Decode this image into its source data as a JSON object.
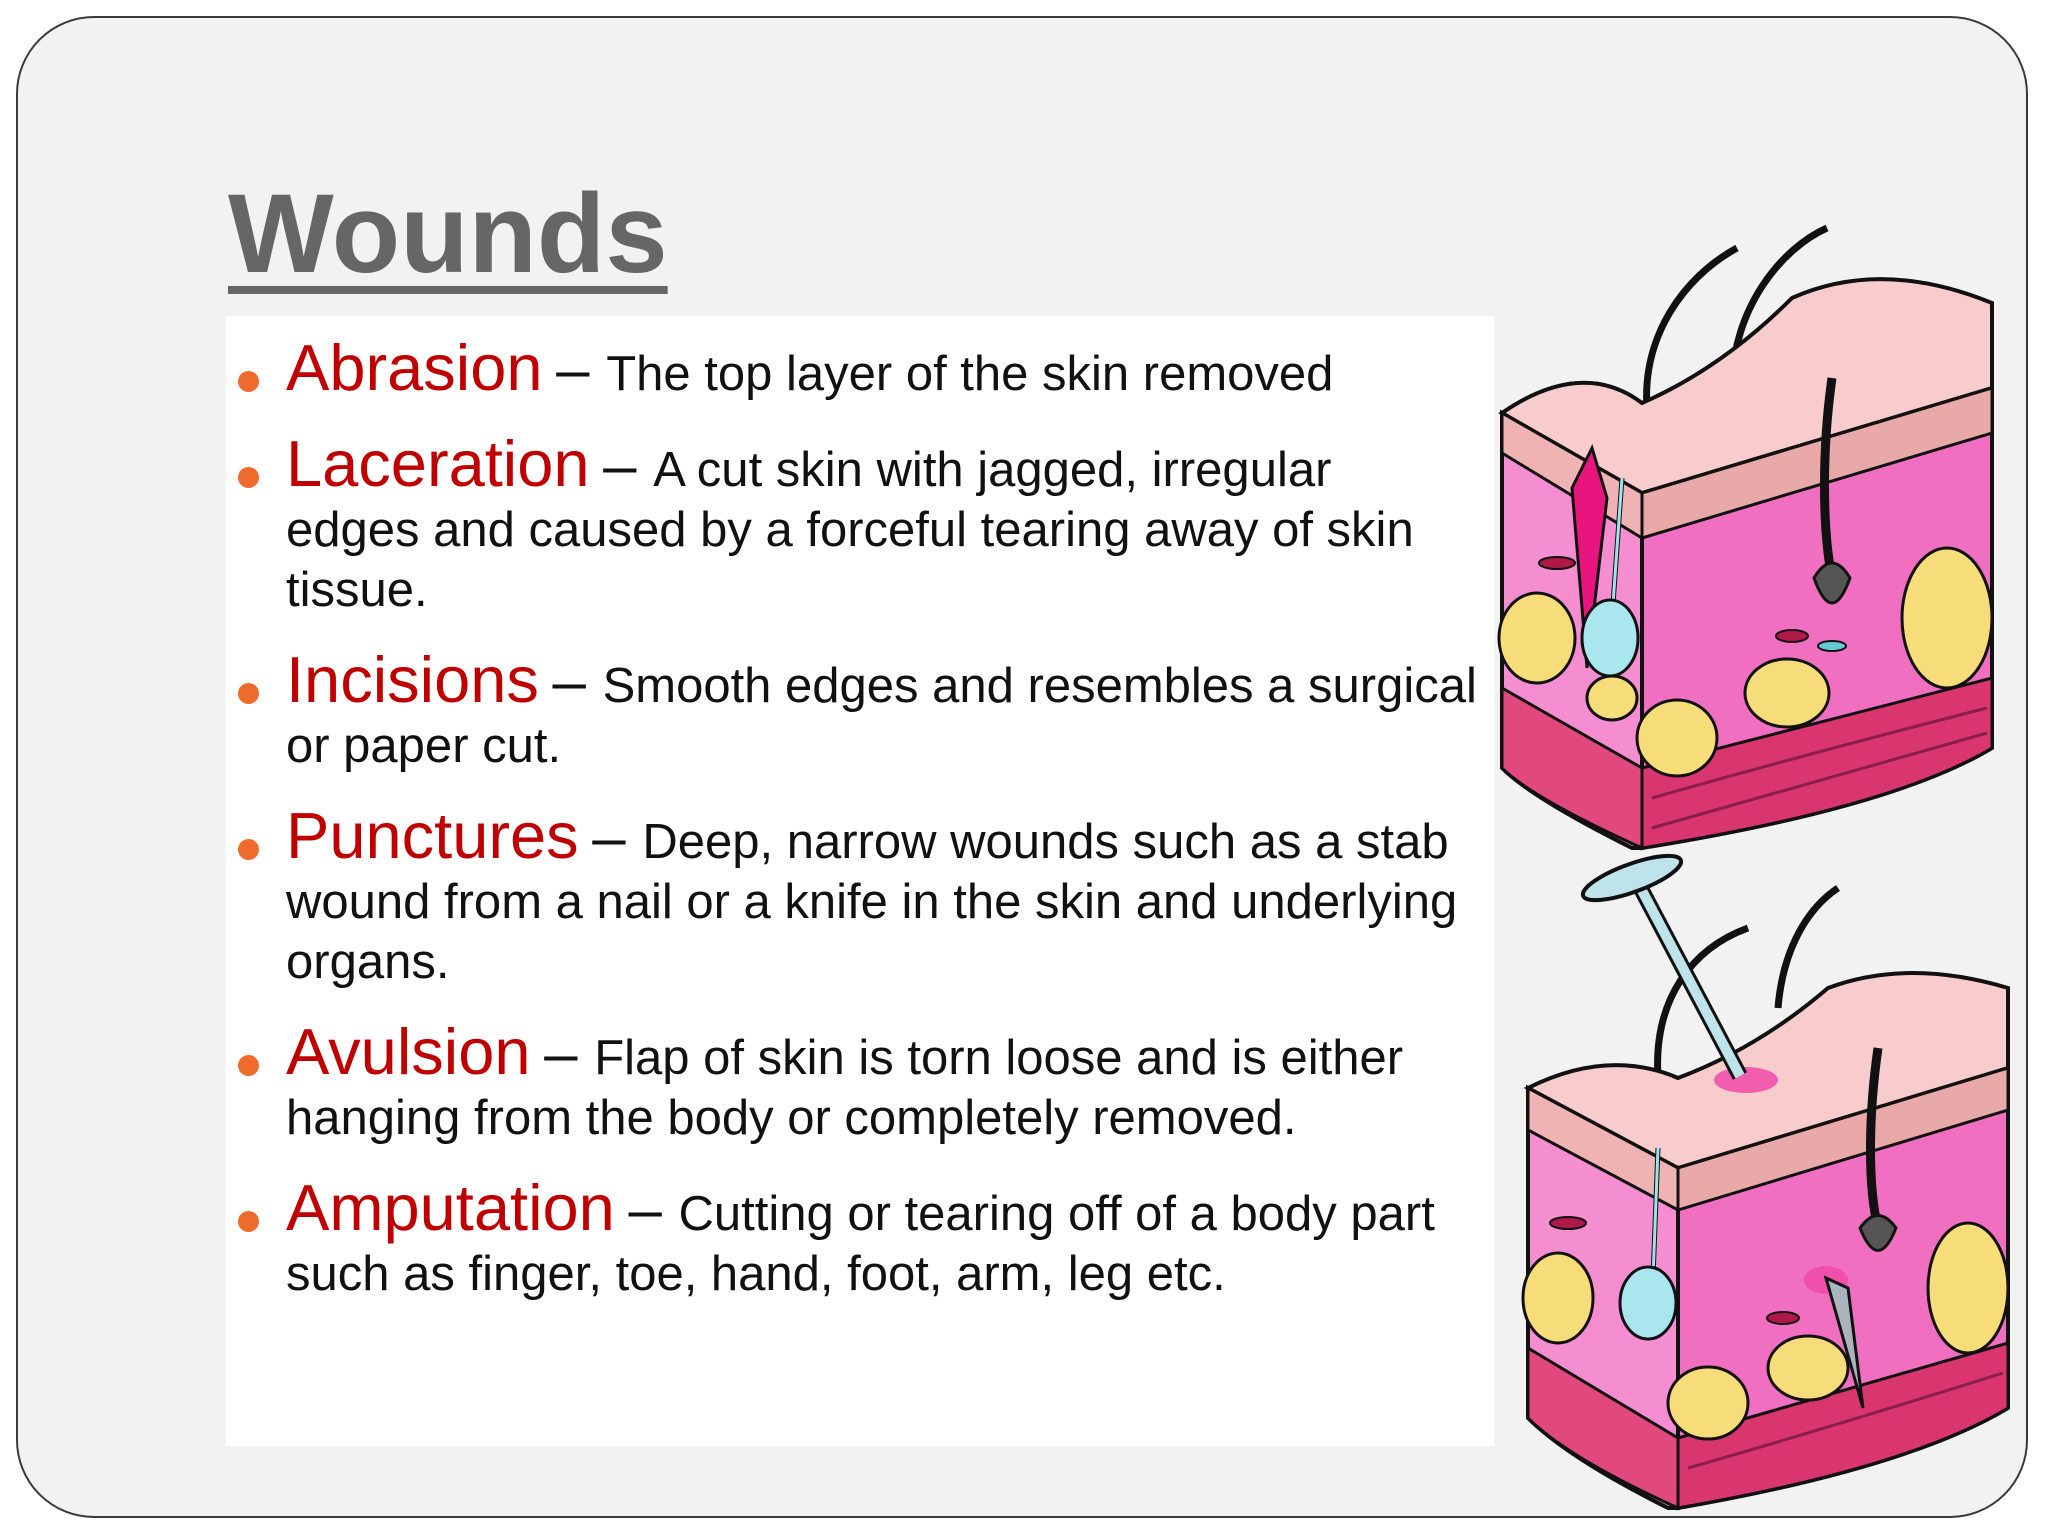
{
  "slide": {
    "title": "Wounds",
    "items": [
      {
        "term": "Abrasion",
        "separator": "–",
        "definition": "The top layer of the skin removed"
      },
      {
        "term": "Laceration",
        "separator": "–",
        "definition": "A cut skin with jagged, irregular edges and caused by a forceful tearing away of skin tissue."
      },
      {
        "term": "Incisions",
        "separator": "–",
        "definition": "Smooth edges and resembles a surgical or paper cut."
      },
      {
        "term": "Punctures",
        "separator": "–",
        "definition": "Deep, narrow wounds such as a stab wound from a nail or a knife in the skin and underlying organs."
      },
      {
        "term": "Avulsion",
        "separator": "–",
        "definition": "Flap of skin is torn loose and is either hanging from the body or completely removed."
      },
      {
        "term": "Amputation",
        "separator": "–",
        "definition": "Cutting or tearing off of a body part such as finger, toe, hand, foot, arm, leg etc."
      }
    ],
    "colors": {
      "title": "#666666",
      "term": "#c00000",
      "bullet": "#ee6a2d",
      "frame": "#3a3a3a",
      "skin_top": "#f7c9c9",
      "dermis": "#f06fc0",
      "fat": "#f7dc7a",
      "muscle": "#d9356f"
    },
    "illustrations": [
      {
        "name": "laceration-skin-diagram-icon"
      },
      {
        "name": "puncture-skin-diagram-icon"
      }
    ]
  }
}
